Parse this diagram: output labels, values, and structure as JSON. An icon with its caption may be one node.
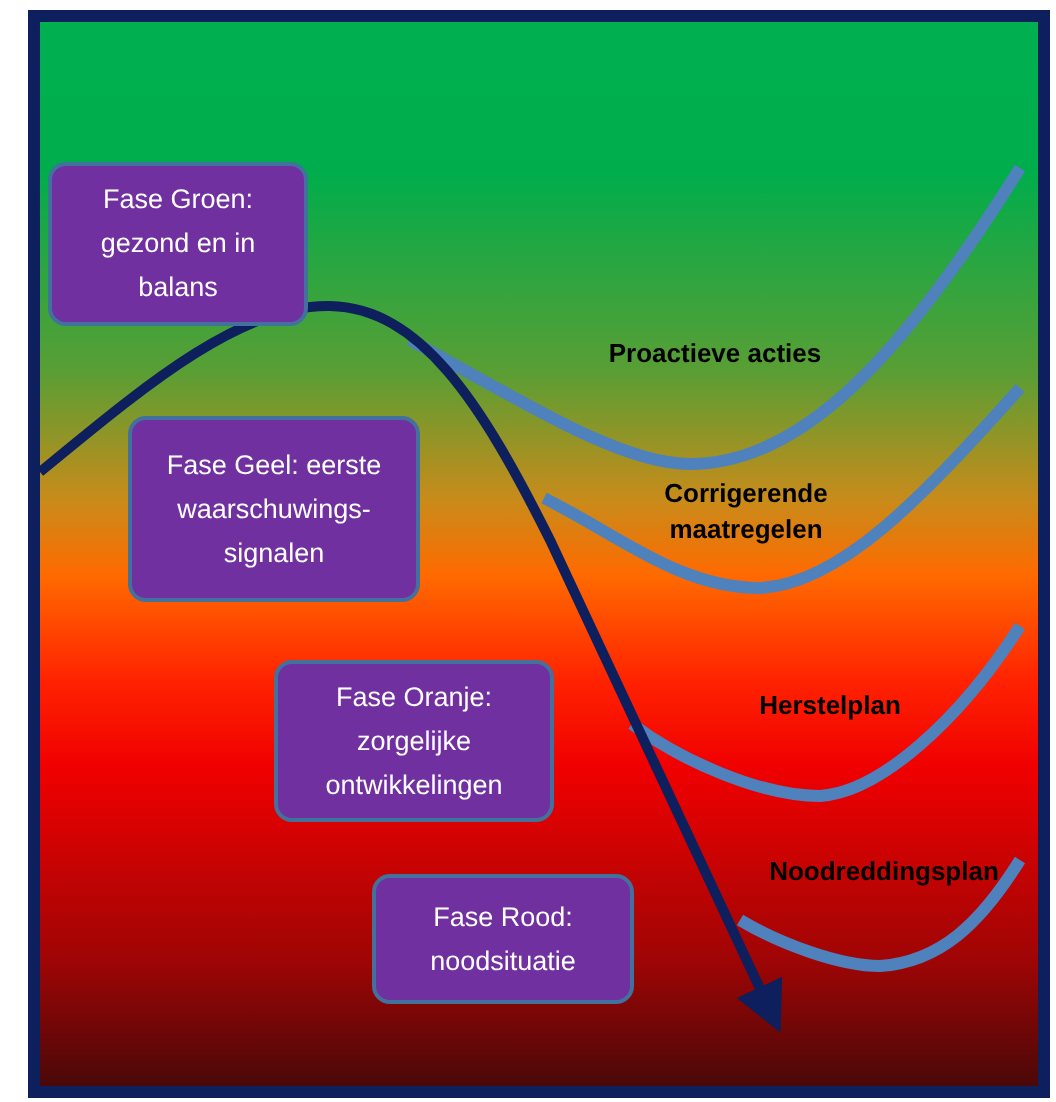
{
  "diagram": {
    "nodes": [
      {
        "text": [
          "Fase Groen: gezond en in balans"
        ]
      },
      {
        "text": [
          "Fase Geel: eerste waarschuwings-signalen"
        ]
      },
      {
        "text": [
          "Fase Oranje: zorgelijke ontwikkelingen"
        ]
      },
      {
        "text": [
          "Fase Rood: noodsituatie"
        ]
      }
    ],
    "labels": [
      "Proactieve acties",
      "Corrigerende maatregelen",
      "Herstelplan",
      "Noodreddingsplan"
    ]
  }
}
